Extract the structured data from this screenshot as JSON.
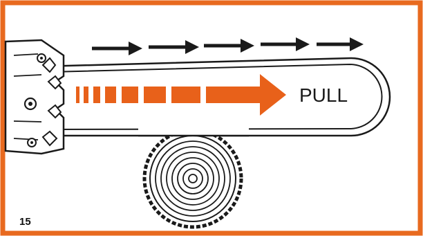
{
  "illustration": {
    "frame_color": "#e86a1f",
    "arrow_color": "#e8611a",
    "ink_color": "#1a1a1a",
    "pull_label": "PULL",
    "figure_number": "15",
    "chain_direction_arrows": 5,
    "icons": [
      "chainsaw-bar-icon",
      "log-cross-section-icon",
      "direction-arrow-icon"
    ]
  }
}
